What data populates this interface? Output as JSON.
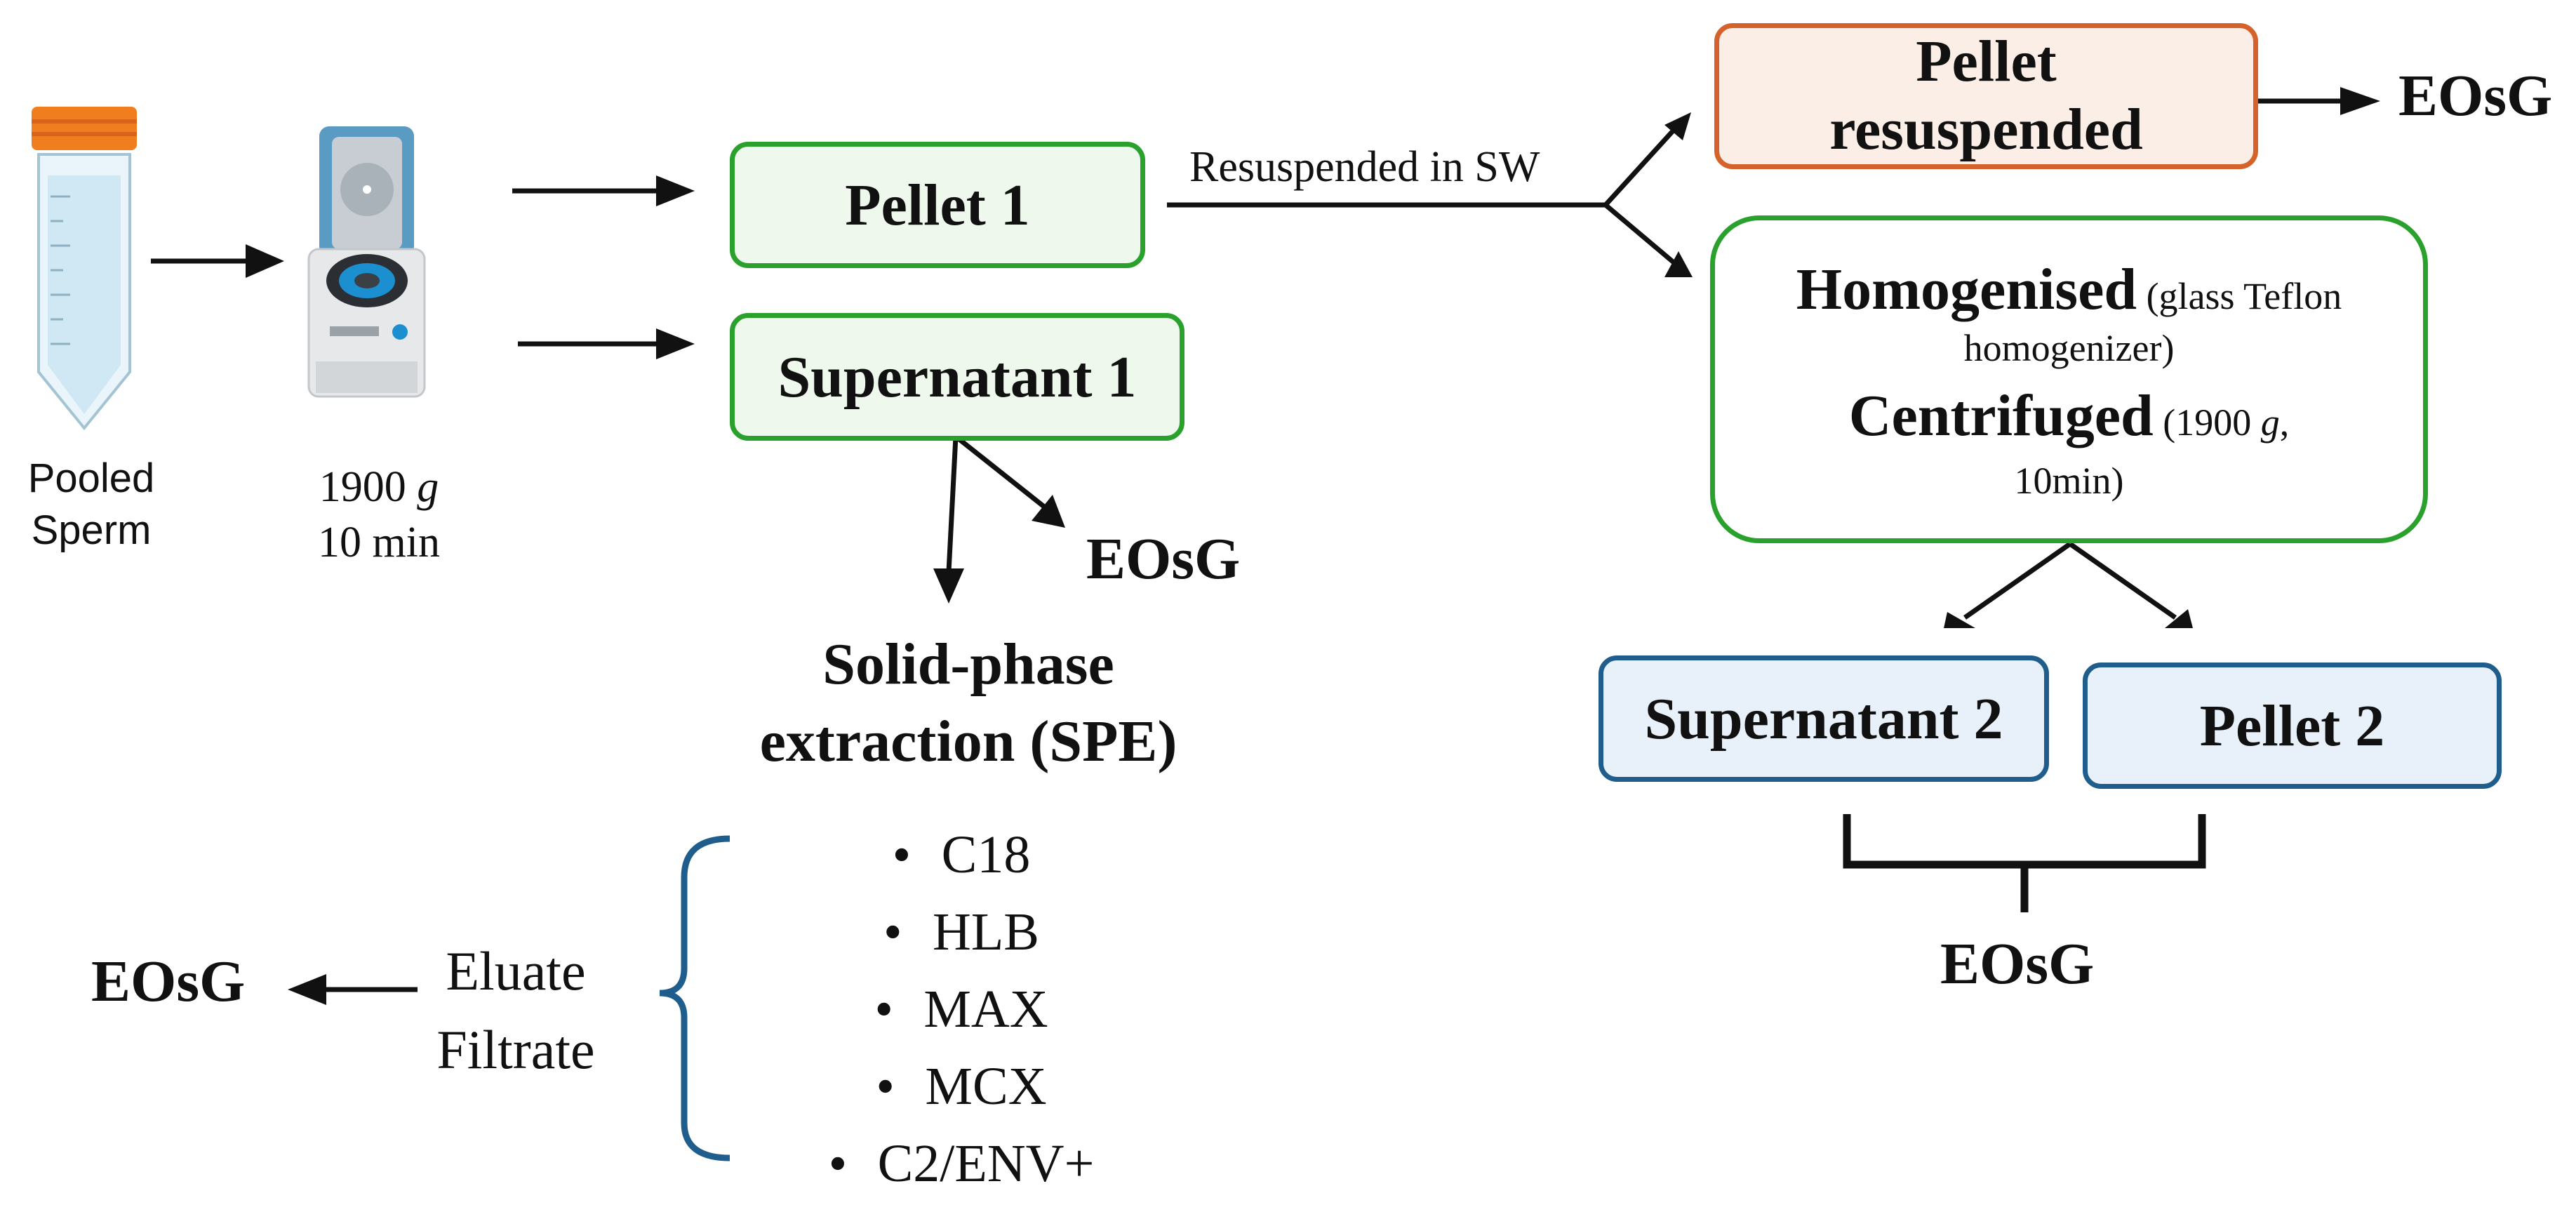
{
  "start": {
    "tube_label": [
      "Pooled",
      "Sperm"
    ],
    "centrifuge_speed": "1900",
    "centrifuge_unit": "g",
    "centrifuge_time": "10 min"
  },
  "boxes": {
    "pellet1": "Pellet 1",
    "supernatant1": "Supernatant 1",
    "pellet_resuspended": [
      "Pellet",
      "resuspended"
    ],
    "homogenised_bold": "Homogenised",
    "homogenised_note": " (glass Teflon",
    "homogenised_note2": "homogenizer)",
    "centrifuged_bold": "Centrifuged",
    "centrifuged_note": " (1900 ",
    "centrifuged_unit": "g",
    "centrifuged_note_end": ",",
    "centrifuged_time": "10min)",
    "supernatant2": "Supernatant 2",
    "pellet2": "Pellet 2"
  },
  "edge_labels": {
    "resuspend": "Resuspended in SW"
  },
  "outputs": {
    "eosg_label": "EOsG"
  },
  "spe": {
    "title": [
      "Solid-phase",
      "extraction (SPE)"
    ],
    "bullet": "•",
    "items": [
      "C18",
      "HLB",
      "MAX",
      "MCX",
      "C2/ENV+"
    ],
    "fractions": [
      "Eluate",
      "Filtrate"
    ]
  },
  "colors": {
    "green": "#2aa12d",
    "orange": "#d4622a",
    "blue": "#1f5e8c",
    "tube_cap": "#f07d1e",
    "centrifuge_lid": "#5a9bc4"
  },
  "icons": {
    "tube": "falcon-tube-icon",
    "centrifuge": "centrifuge-icon"
  }
}
